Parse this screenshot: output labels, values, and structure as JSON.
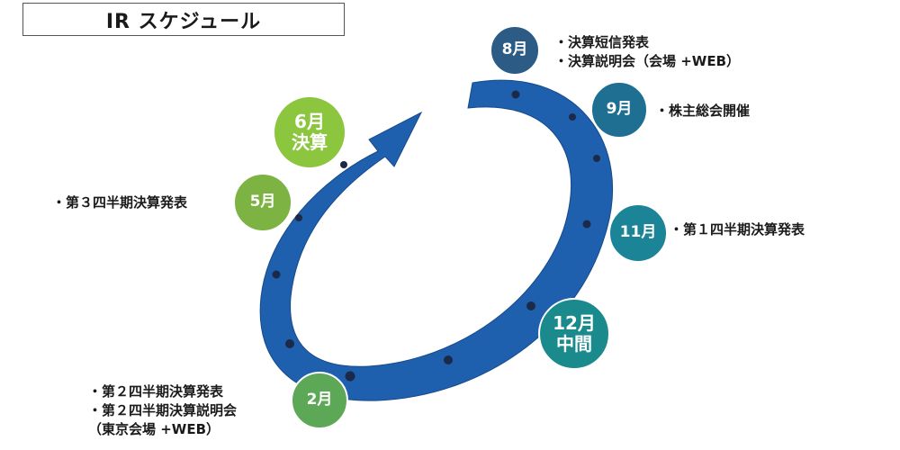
{
  "title": "IR スケジュール",
  "colors": {
    "arrow": "#1e5fae",
    "hole": "#1b2a48",
    "aug": "#2c5b86",
    "sep": "#1e6f92",
    "nov": "#1c8497",
    "dec": "#1a8a8c",
    "feb": "#5da857",
    "may": "#7cb342",
    "jun": "#8cc63f"
  },
  "months": {
    "aug": {
      "label": "8月"
    },
    "sep": {
      "label": "9月"
    },
    "nov": {
      "label": "11月"
    },
    "dec": {
      "line1": "12月",
      "line2": "中間"
    },
    "feb": {
      "label": "2月"
    },
    "may": {
      "label": "5月"
    },
    "jun": {
      "line1": "6月",
      "line2": "決算"
    }
  },
  "notes": {
    "aug": [
      "・決算短信発表",
      "・決算説明会（会場 +WEB）"
    ],
    "sep": [
      "・株主総会開催"
    ],
    "nov": [
      "・第１四半期決算発表"
    ],
    "feb": [
      "・第２四半期決算発表",
      "・第２四半期決算説明会",
      "（東京会場 +WEB）"
    ],
    "may": [
      "・第３四半期決算発表"
    ]
  }
}
